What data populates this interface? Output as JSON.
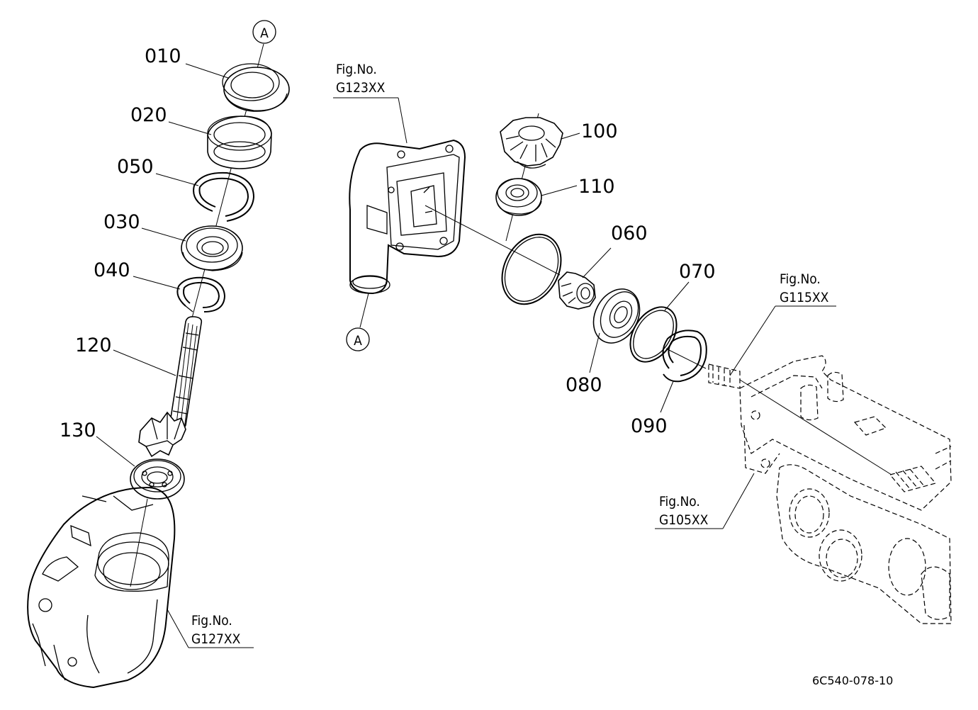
{
  "parts": {
    "p010": "010",
    "p020": "020",
    "p050": "050",
    "p030": "030",
    "p040": "040",
    "p120": "120",
    "p130": "130",
    "p100": "100",
    "p110": "110",
    "p060": "060",
    "p070": "070",
    "p080": "080",
    "p090": "090"
  },
  "markers": {
    "a_top": "A",
    "a_bottom": "A"
  },
  "fig_refs": {
    "g123": {
      "prefix": "Fig.No.",
      "code": "G123XX"
    },
    "g115": {
      "prefix": "Fig.No.",
      "code": "G115XX"
    },
    "g105": {
      "prefix": "Fig.No.",
      "code": "G105XX"
    },
    "g127": {
      "prefix": "Fig.No.",
      "code": "G127XX"
    }
  },
  "drawing_code": "6C540-078-10"
}
